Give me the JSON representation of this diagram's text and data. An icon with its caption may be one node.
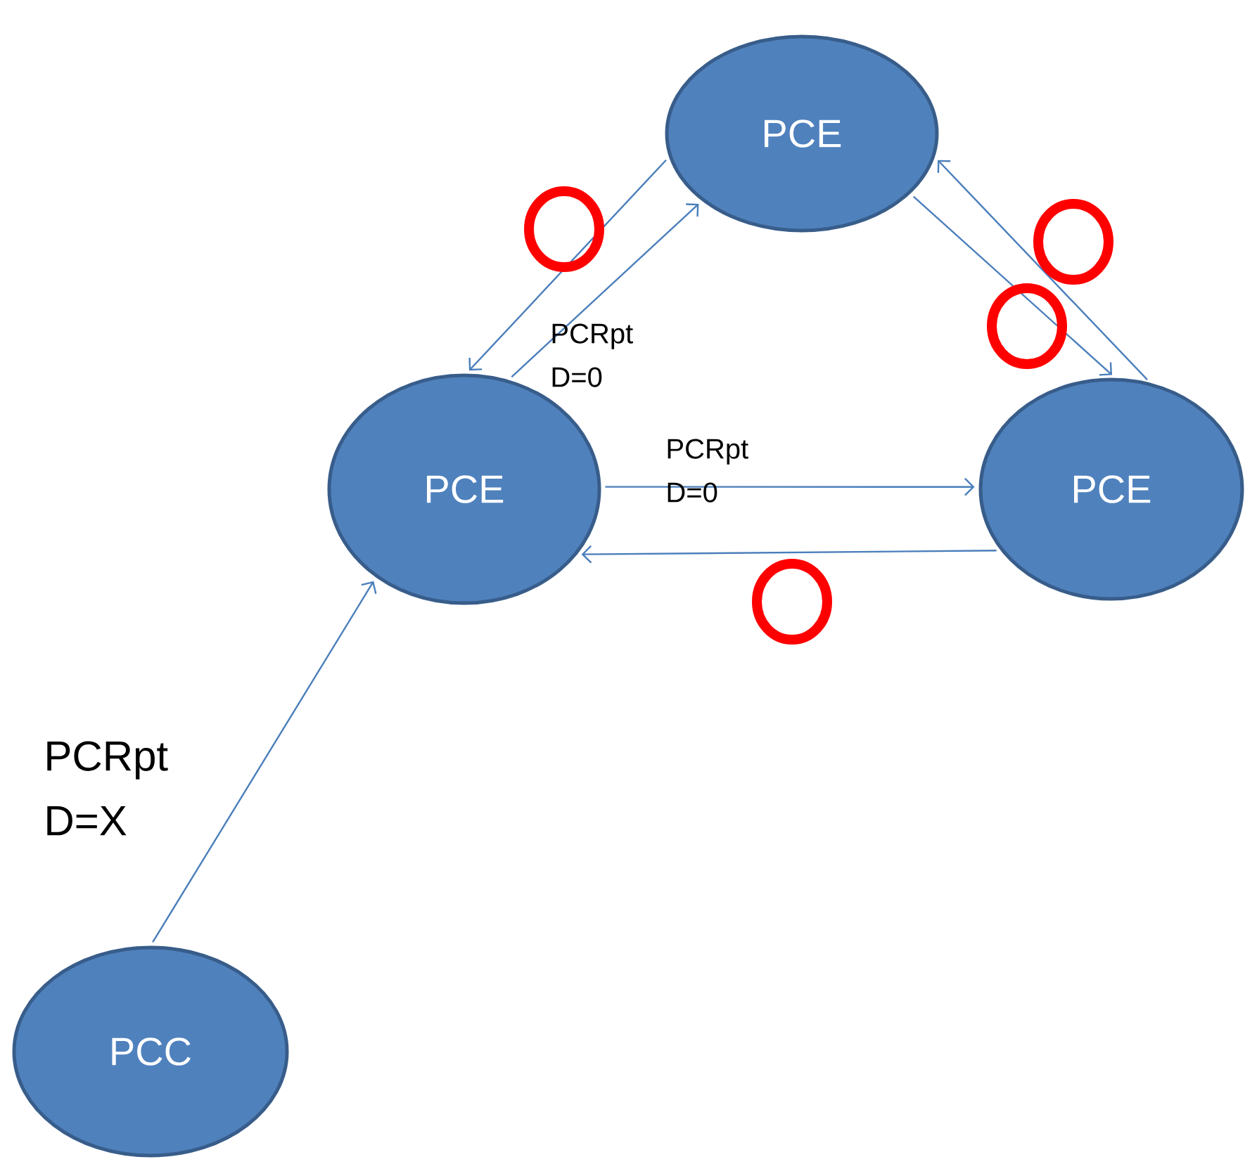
{
  "diagram": {
    "nodes": [
      {
        "text": [
          "PCE"
        ]
      },
      {
        "text": [
          "PCE"
        ]
      },
      {
        "text": [
          "PCE"
        ]
      },
      {
        "text": [
          "PCC"
        ]
      }
    ],
    "edges": [
      {
        "from": 3,
        "to": 1,
        "arrow": "to",
        "label": "PCRpt D=X"
      },
      {
        "from": 1,
        "to": 0,
        "arrow": "to",
        "label": "PCRpt D=0"
      },
      {
        "from": 0,
        "to": 1,
        "arrow": "to"
      },
      {
        "from": 1,
        "to": 2,
        "arrow": "to",
        "label": "PCRpt D=0"
      },
      {
        "from": 2,
        "to": 1,
        "arrow": "to"
      },
      {
        "from": 0,
        "to": 2,
        "arrow": "to"
      },
      {
        "from": 2,
        "to": 0,
        "arrow": "to"
      }
    ]
  }
}
